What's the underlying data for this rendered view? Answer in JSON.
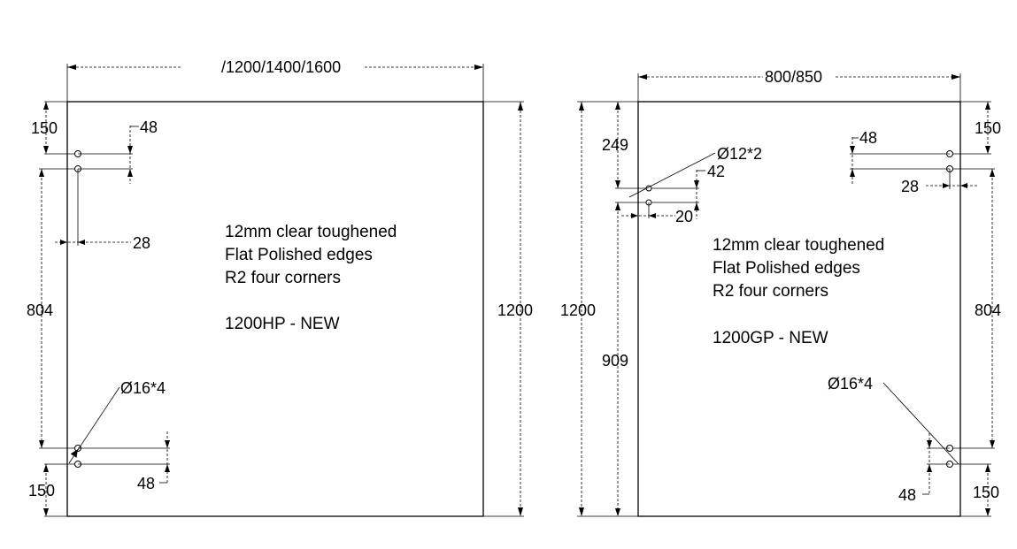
{
  "left_panel": {
    "width_label": "/1200/1400/1600",
    "height_label": "1200",
    "top_offset_label": "150",
    "bottom_offset_label": "150",
    "hole_spacing_label": "804",
    "top_hole_edge_label": "48",
    "bottom_hole_edge_label": "48",
    "hole_pair_gap_label": "28",
    "hole_callout": "Ø16*4",
    "note_lines": [
      "12mm clear toughened",
      "Flat Polished edges",
      "R2 four corners",
      "1200HP - NEW"
    ]
  },
  "right_panel": {
    "width_label": "800/850",
    "height_label": "1200",
    "top_offset_label": "150",
    "bottom_offset_label": "150",
    "hole_spacing_label": "804",
    "top_hole_edge_label": "48",
    "bottom_hole_edge_label": "48",
    "hole_pair_gap_label": "28",
    "left_top_label": "249",
    "left_lower_label": "909",
    "small_hole_callout": "Ø12*2",
    "small_hole_edge_label": "42",
    "small_hole_gap_label": "20",
    "hole_callout": "Ø16*4",
    "note_lines": [
      "12mm clear toughened",
      "Flat Polished edges",
      "R2 four corners",
      "1200GP - NEW"
    ]
  }
}
